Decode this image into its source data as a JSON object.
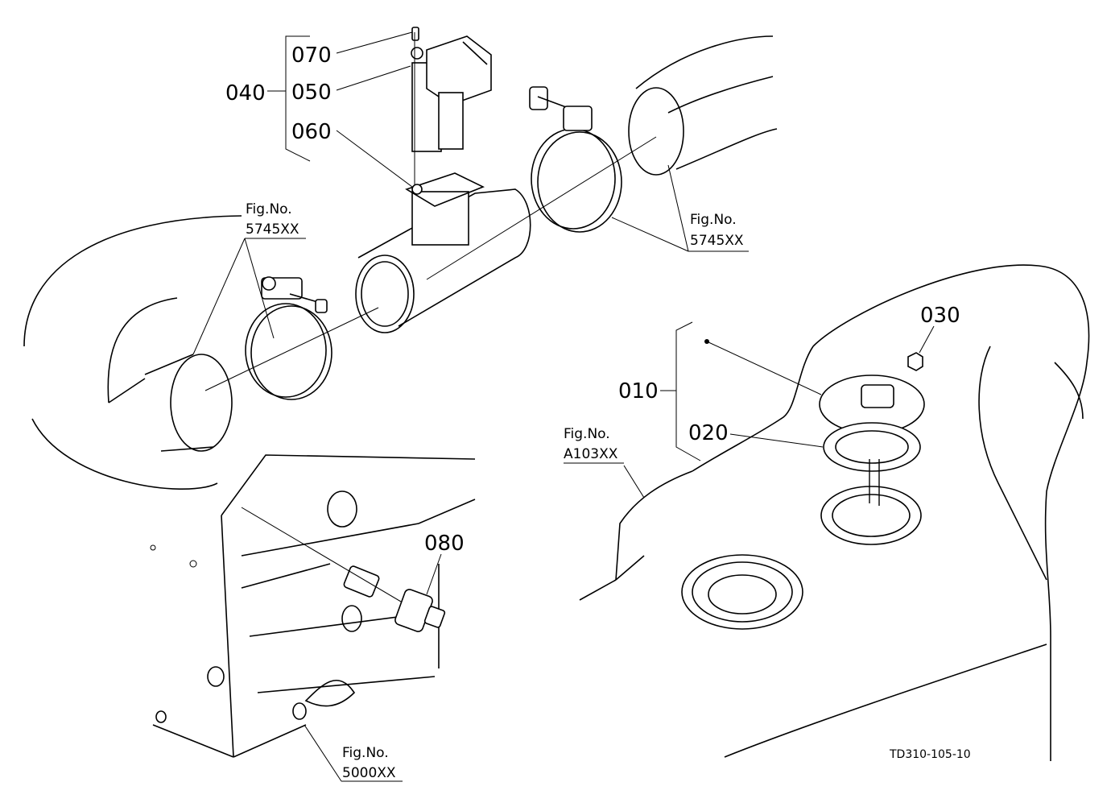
{
  "parts": {
    "p010": "010",
    "p020": "020",
    "p030": "030",
    "p040": "040",
    "p050": "050",
    "p060": "060",
    "p070": "070",
    "p080": "080"
  },
  "fig_refs": {
    "left_hose": {
      "prefix": "Fig.No.",
      "code": "5745XX"
    },
    "right_hose": {
      "prefix": "Fig.No.",
      "code": "5745XX"
    },
    "fuel_tank": {
      "prefix": "Fig.No.",
      "code": "A103XX"
    },
    "engine_block": {
      "prefix": "Fig.No.",
      "code": "5000XX"
    }
  },
  "drawing_code": "TD310-105-10"
}
